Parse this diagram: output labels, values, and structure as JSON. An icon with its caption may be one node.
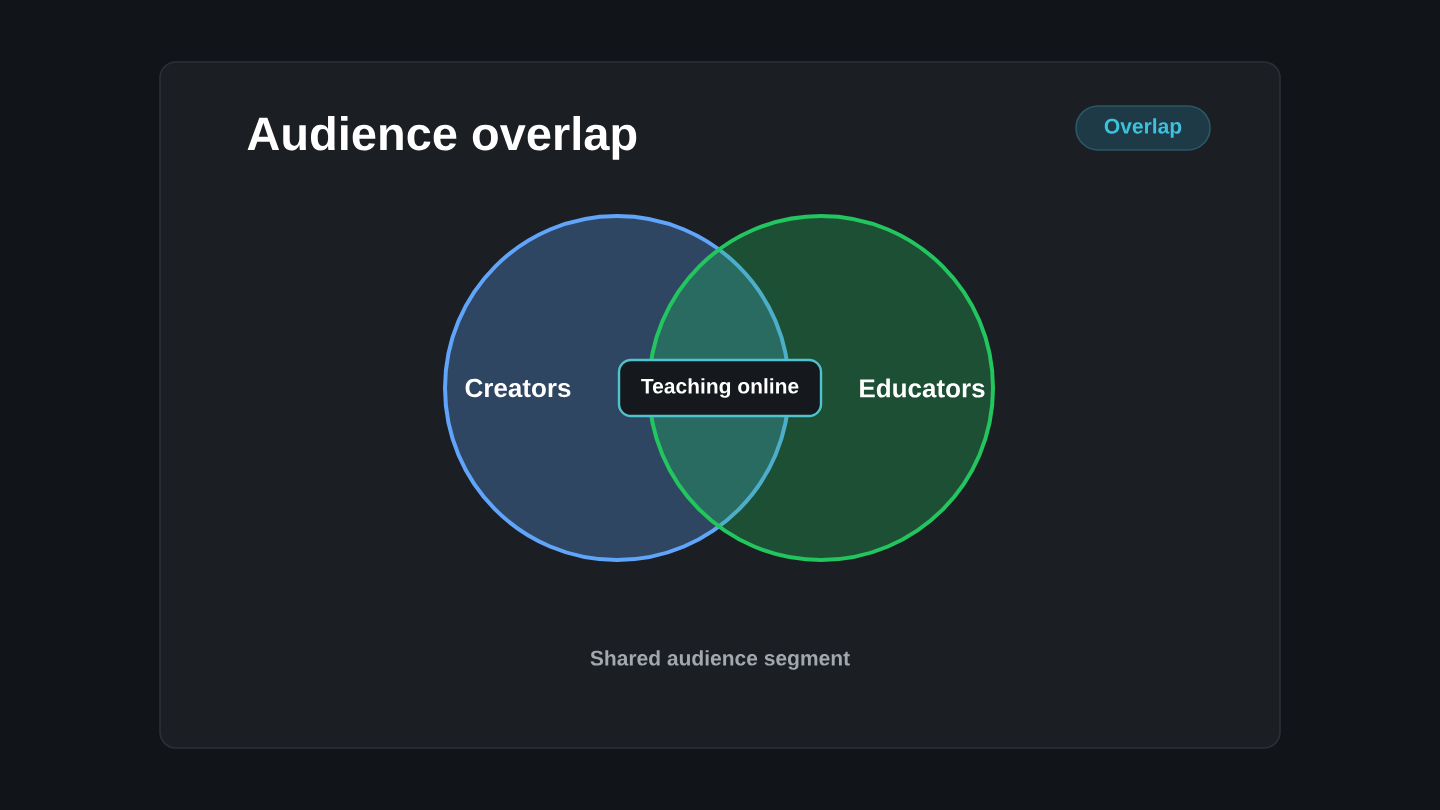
{
  "diagram": {
    "title": "Audience overlap",
    "nodes": [
      {
        "text": [
          "Overlap"
        ]
      },
      {
        "text": [
          "Creators"
        ]
      },
      {
        "text": [
          "Teaching online"
        ]
      },
      {
        "text": [
          "Educators"
        ]
      }
    ],
    "caption": "Shared audience segment"
  }
}
